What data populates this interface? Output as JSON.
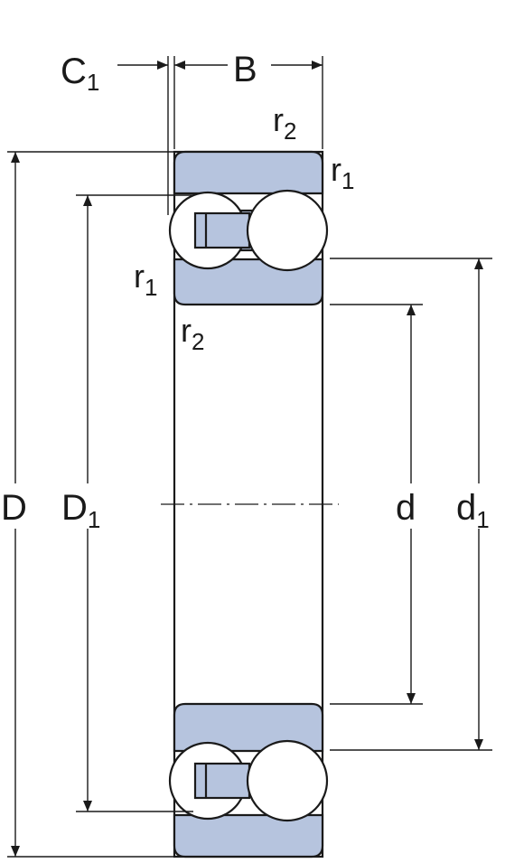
{
  "labels": {
    "C1": {
      "main": "C",
      "sub": "1"
    },
    "B": {
      "main": "B"
    },
    "r2_top": {
      "main": "r",
      "sub": "2"
    },
    "r1_top": {
      "main": "r",
      "sub": "1"
    },
    "r1_left": {
      "main": "r",
      "sub": "1"
    },
    "r2_left": {
      "main": "r",
      "sub": "2"
    },
    "D": {
      "main": "D"
    },
    "D1": {
      "main": "D",
      "sub": "1"
    },
    "d": {
      "main": "d"
    },
    "d1": {
      "main": "d",
      "sub": "1"
    }
  },
  "colors": {
    "ring_fill": "#b6c4de",
    "outline": "#1a1a1a",
    "ball_fill": "#ffffff",
    "background": "#ffffff"
  }
}
